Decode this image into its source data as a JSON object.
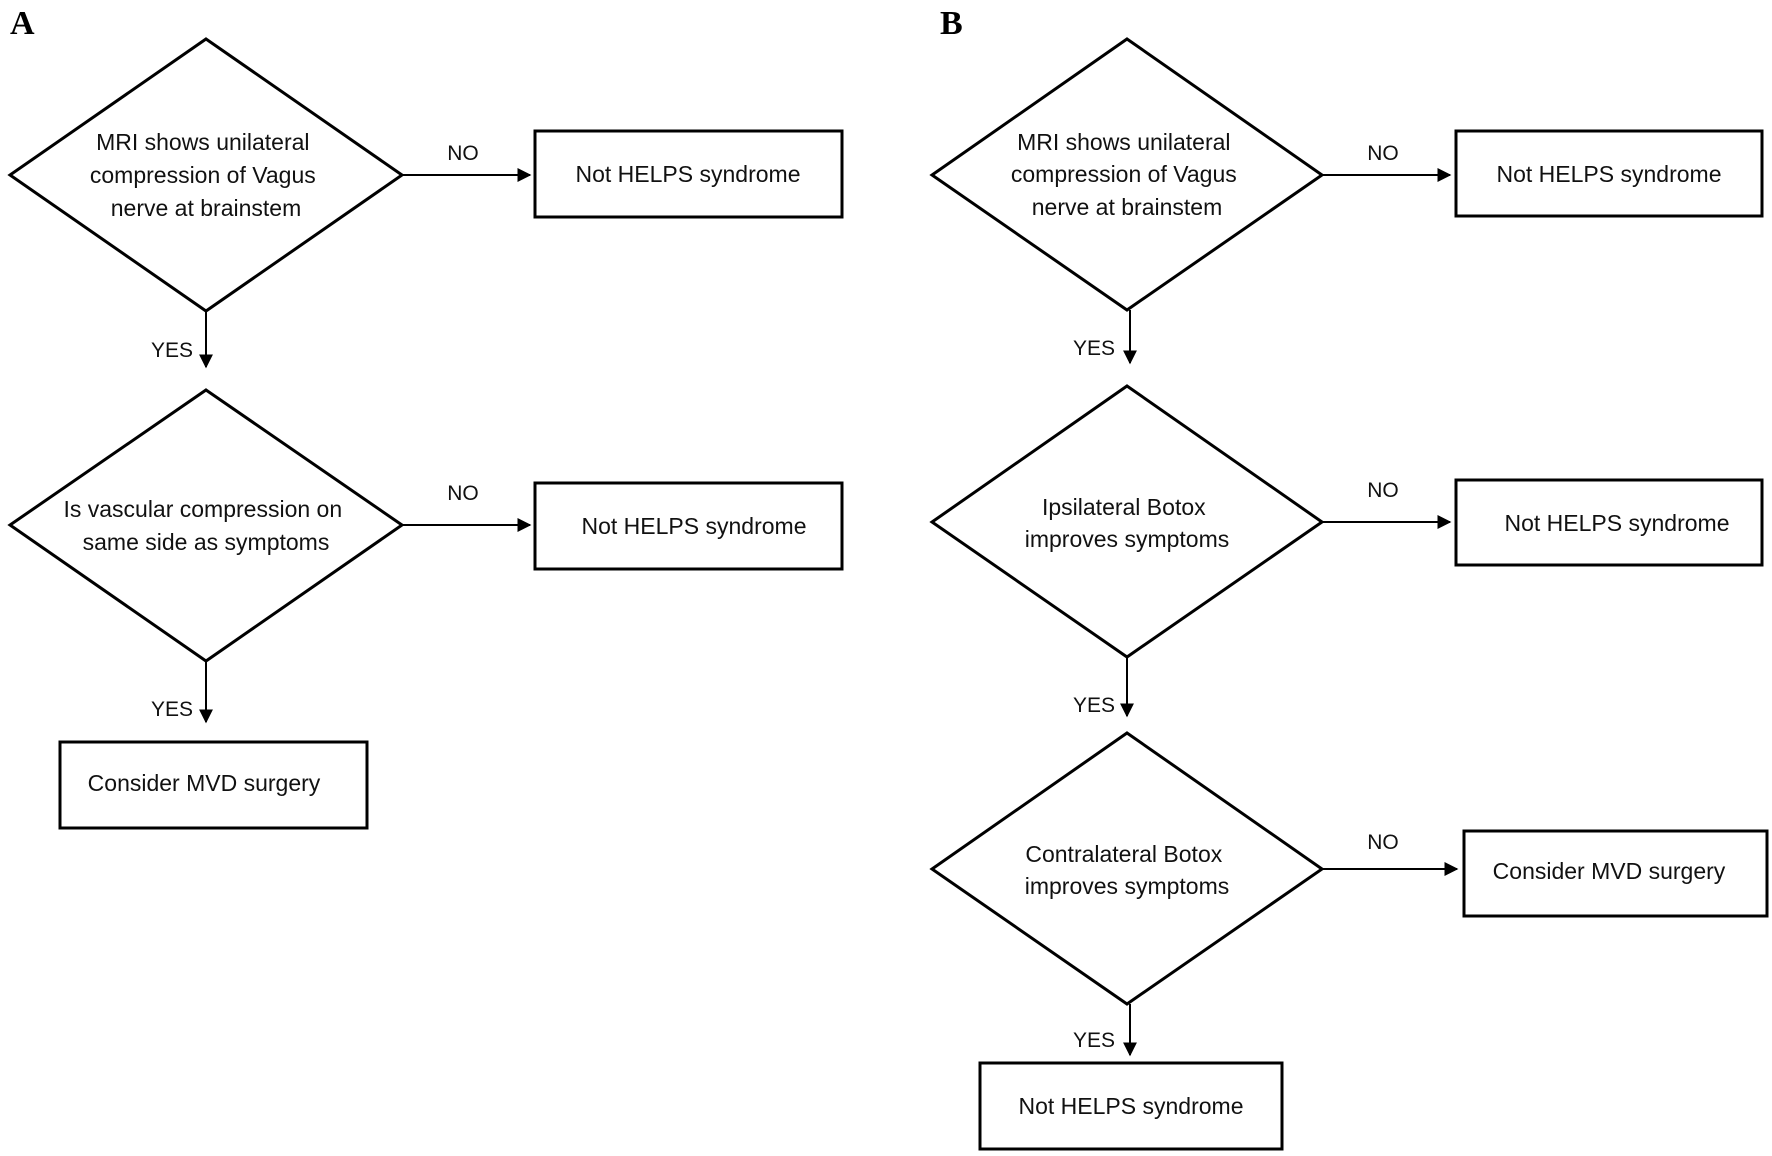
{
  "panels": {
    "A": {
      "label": "A",
      "decision1": [
        "MRI shows unilateral",
        "compression of Vagus",
        "nerve at brainstem"
      ],
      "decision1_no_label": "NO",
      "decision1_no_result": "Not HELPS syndrome",
      "decision1_yes_label": "YES",
      "decision2": [
        "Is vascular compression on",
        "same side as symptoms"
      ],
      "decision2_no_label": "NO",
      "decision2_no_result": "Not HELPS syndrome",
      "decision2_yes_label": "YES",
      "decision2_yes_result": "Consider MVD surgery"
    },
    "B": {
      "label": "B",
      "decision1": [
        "MRI shows unilateral",
        "compression of Vagus",
        "nerve at brainstem"
      ],
      "decision1_no_label": "NO",
      "decision1_no_result": "Not HELPS syndrome",
      "decision1_yes_label": "YES",
      "decision2": [
        "Ipsilateral Botox",
        "improves symptoms"
      ],
      "decision2_no_label": "NO",
      "decision2_no_result": "Not HELPS syndrome",
      "decision2_yes_label": "YES",
      "decision3": [
        "Contralateral Botox",
        "improves symptoms"
      ],
      "decision3_no_label": "NO",
      "decision3_no_result": "Consider MVD surgery",
      "decision3_yes_label": "YES",
      "decision3_yes_result": "Not HELPS syndrome"
    }
  }
}
